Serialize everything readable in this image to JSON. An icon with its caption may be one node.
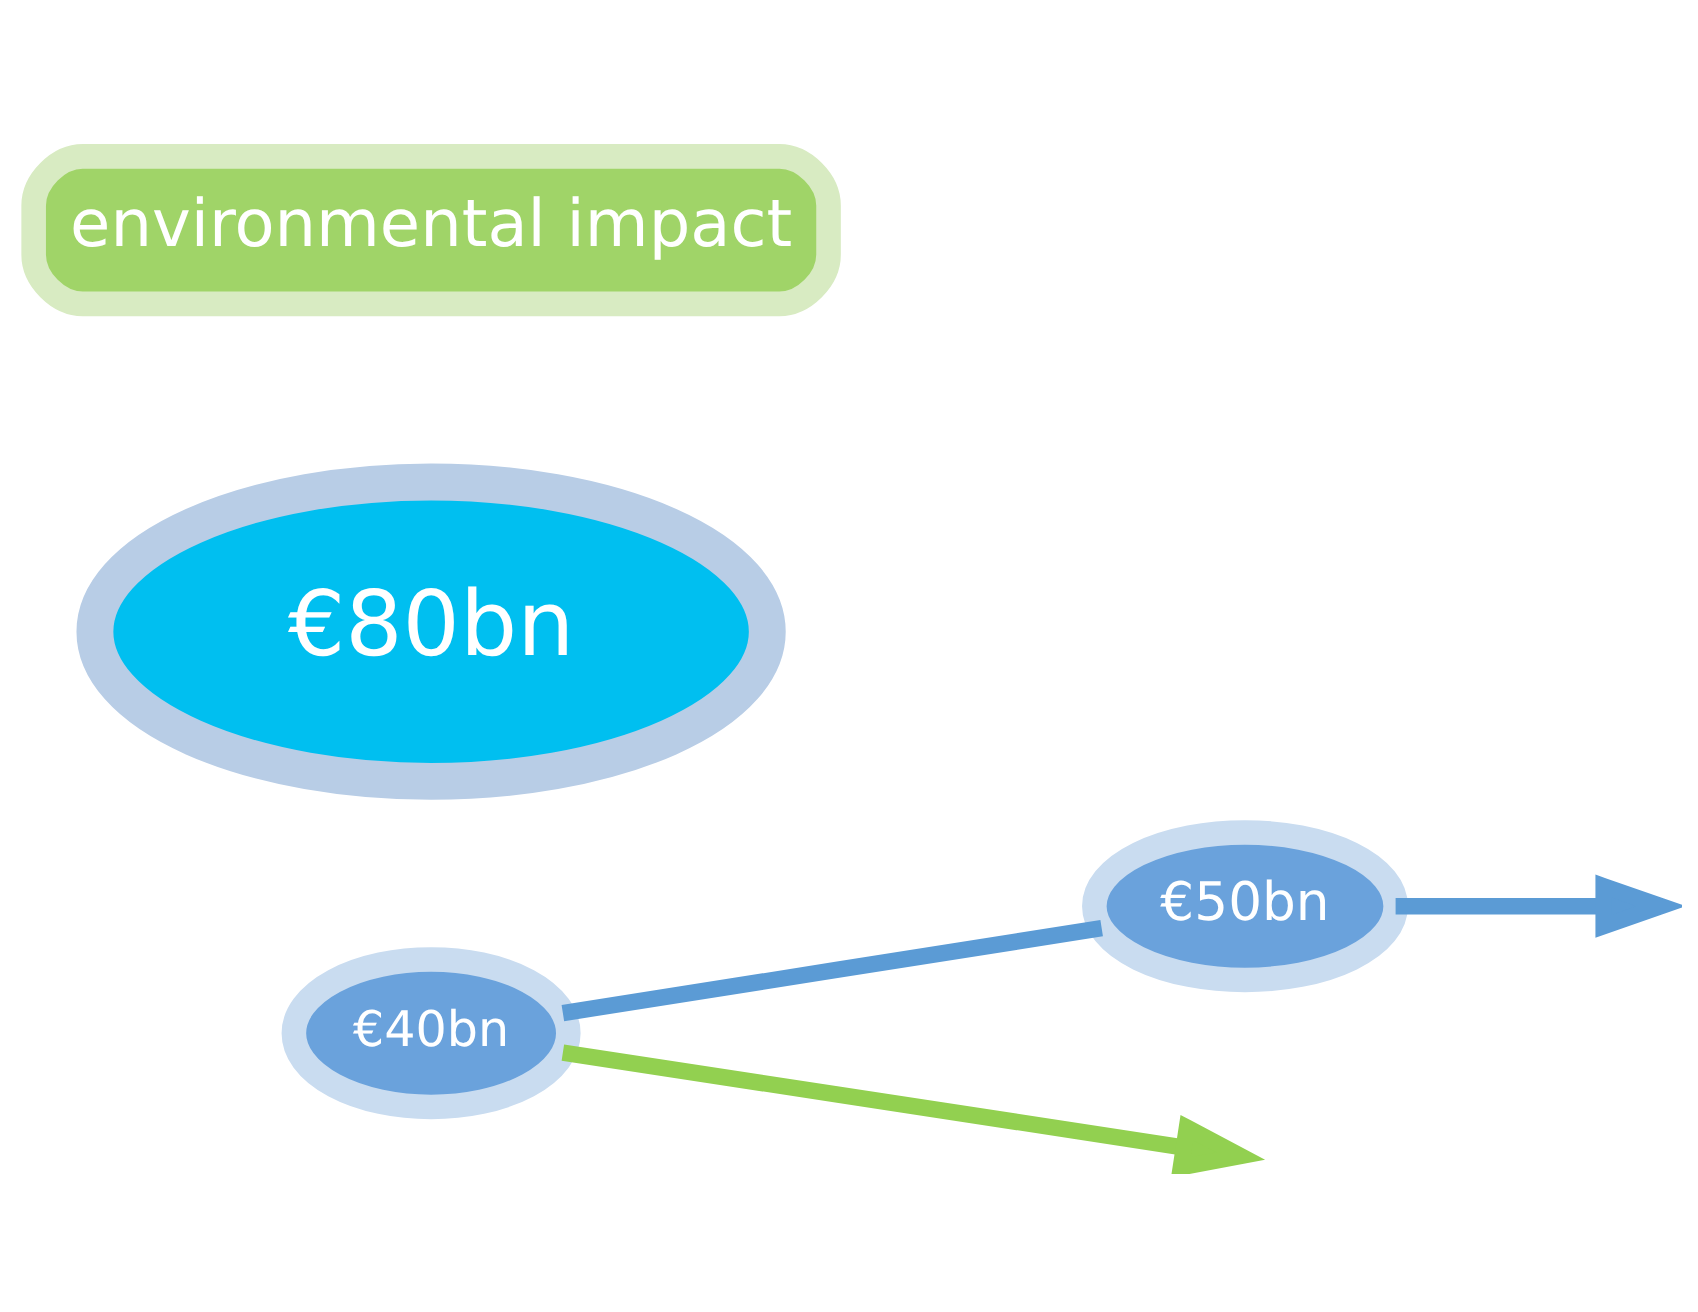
{
  "diagram": {
    "nodes": [
      {
        "text": [
          "€40bn"
        ]
      },
      {
        "text": [
          "€50bn"
        ]
      },
      {
        "text": [
          "€80bn"
        ]
      },
      {
        "text": [
          "environmental impact"
        ]
      }
    ],
    "edges": [
      {
        "from": 0,
        "to": 1,
        "arrow": "none"
      },
      {
        "from": 1,
        "to": null,
        "arrow": "to"
      },
      {
        "from": 0,
        "to": null,
        "arrow": "to",
        "color": "#92d050"
      }
    ]
  }
}
